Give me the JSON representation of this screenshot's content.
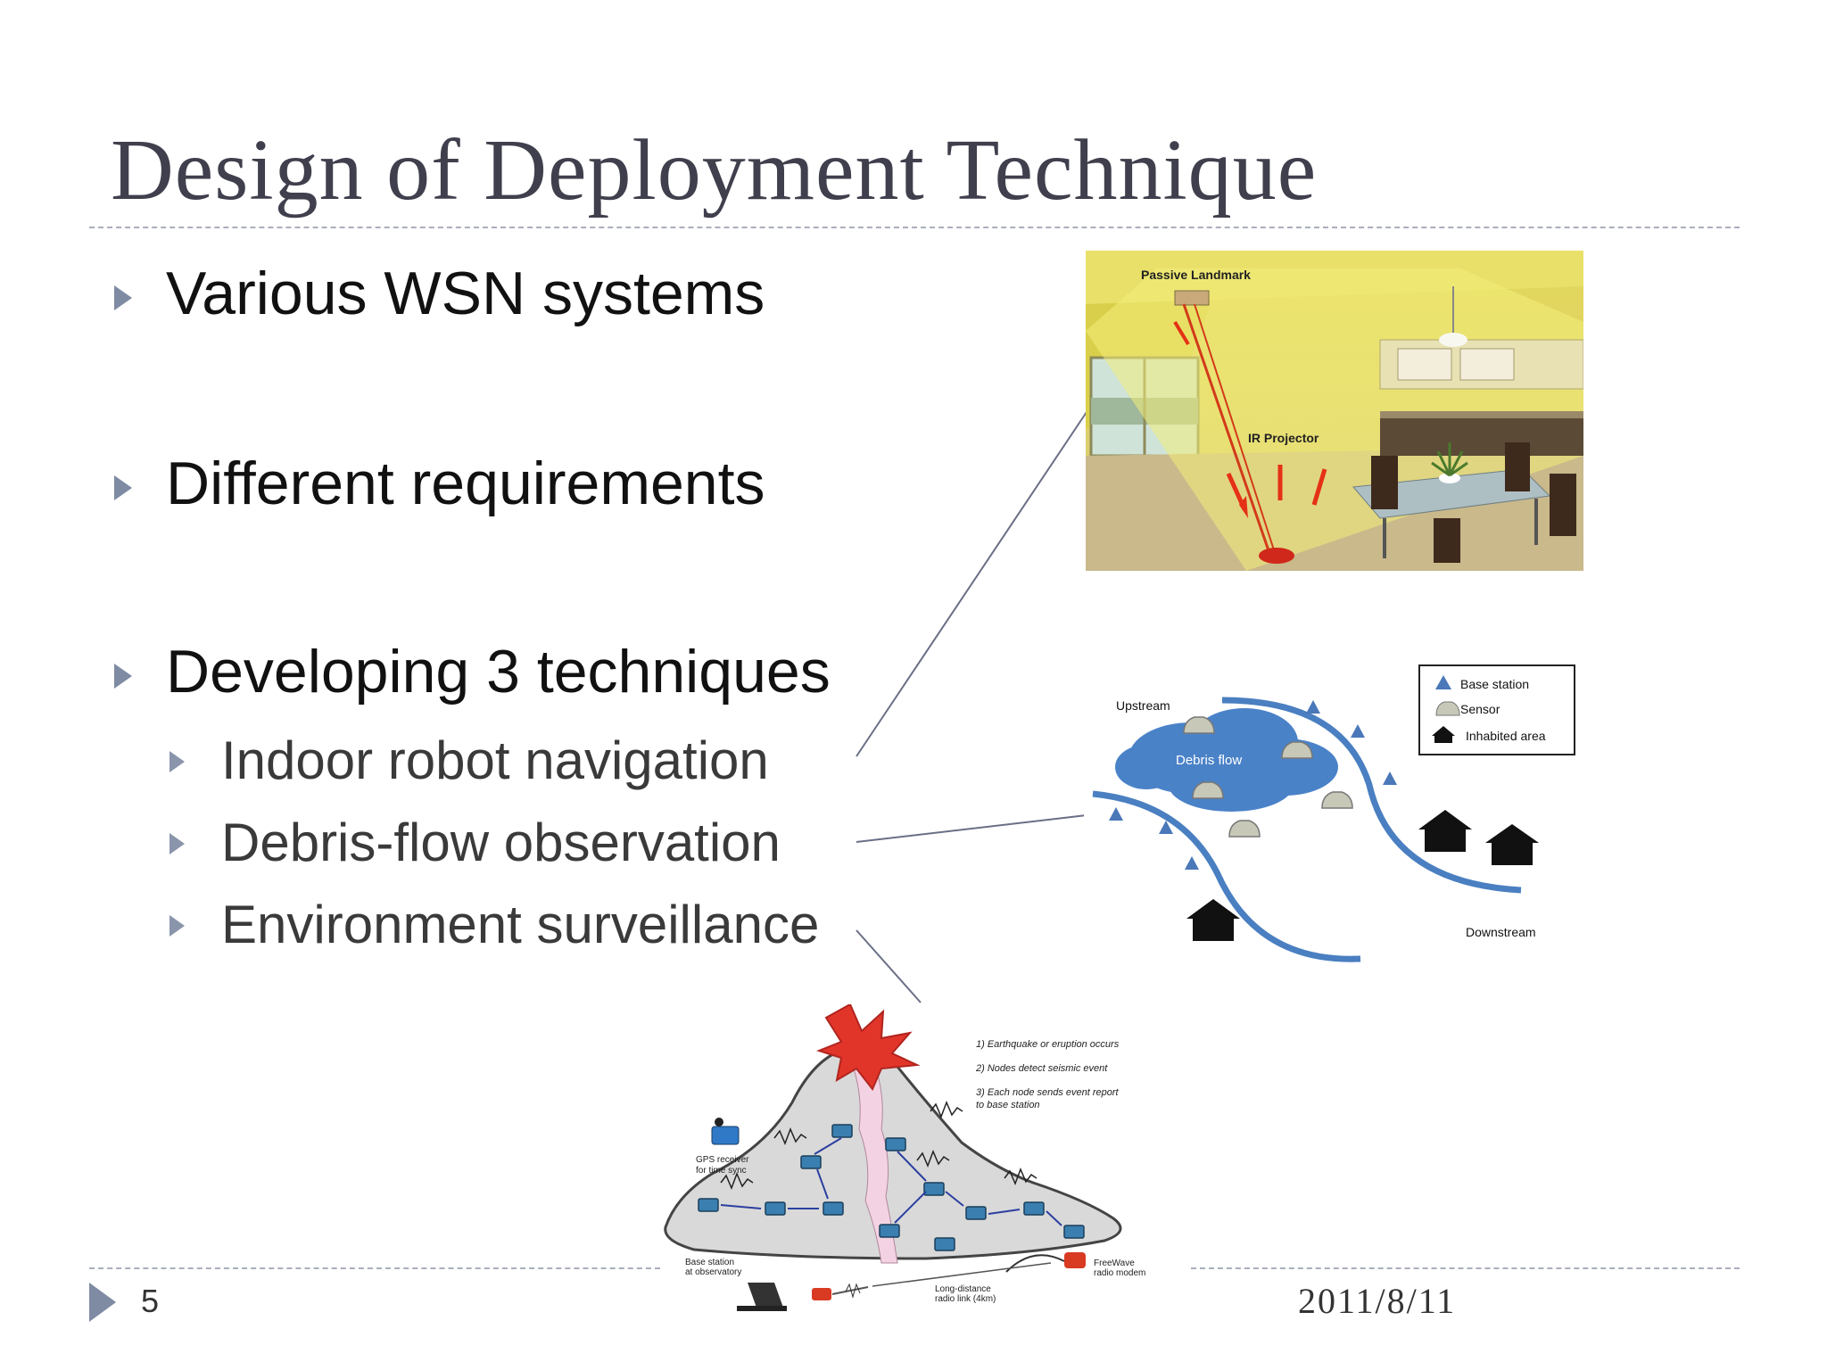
{
  "slide": {
    "title": "Design of Deployment Technique",
    "bullets": [
      "Various WSN systems",
      "Different requirements",
      "Developing 3 techniques"
    ],
    "sub_bullets": [
      "Indoor robot navigation",
      "Debris-flow observation",
      "Environment surveillance"
    ],
    "page_number": "5",
    "date": "2011/8/11"
  },
  "indoor_image": {
    "passive_landmark": "Passive Landmark",
    "ir_projector": "IR Projector"
  },
  "debris_diagram": {
    "upstream": "Upstream",
    "downstream": "Downstream",
    "debris_flow": "Debris flow",
    "legend": {
      "base_station": "Base station",
      "sensor": "Sensor",
      "inhabited_area": "Inhabited area"
    },
    "colors": {
      "river": "#4a7fc1",
      "base_station": "#4a78b8",
      "house": "#111111"
    }
  },
  "volcano_diagram": {
    "steps": [
      "1) Earthquake or eruption occurs",
      "2) Nodes detect seismic event",
      "3) Each node sends event report",
      "to base station"
    ],
    "gps_line1": "GPS receiver",
    "gps_line2": "for time sync",
    "base_line1": "Base station",
    "base_line2": "at observatory",
    "link_line1": "Long-distance",
    "link_line2": "radio link (4km)",
    "modem_line1": "FreeWave",
    "modem_line2": "radio modem"
  }
}
